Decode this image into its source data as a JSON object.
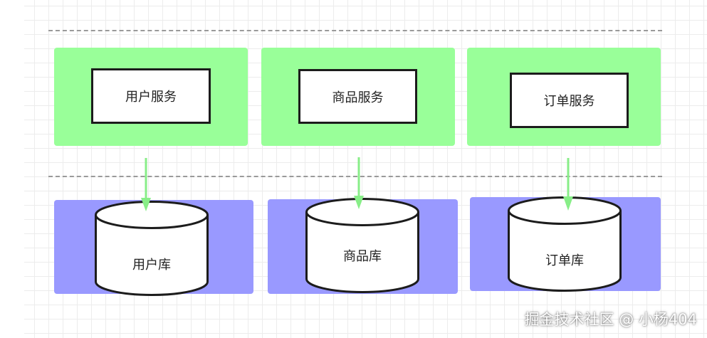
{
  "services": [
    {
      "id": "user",
      "label": "用户服务"
    },
    {
      "id": "product",
      "label": "商品服务"
    },
    {
      "id": "order",
      "label": "订单服务"
    }
  ],
  "databases": [
    {
      "id": "user",
      "label": "用户库"
    },
    {
      "id": "product",
      "label": "商品库"
    },
    {
      "id": "order",
      "label": "订单库"
    }
  ],
  "colors": {
    "service_band": "#99ff99",
    "database_band": "#9999ff",
    "arrow": "#88ee88",
    "box_border": "#1c1c1c"
  },
  "watermark": "掘金技术社区 @ 小杨404"
}
